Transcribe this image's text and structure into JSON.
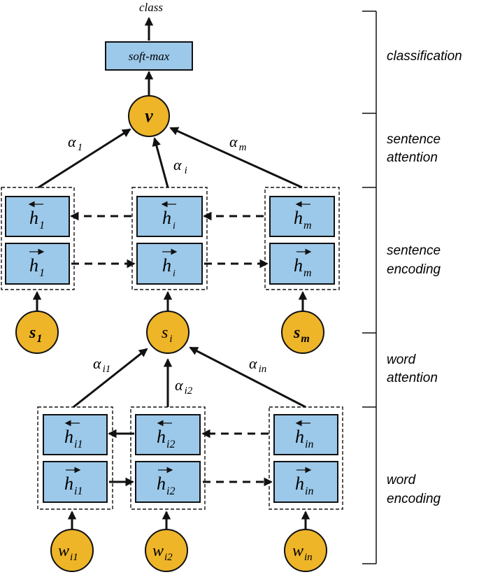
{
  "diagram": {
    "output_label": "class",
    "softmax_label": "soft-max",
    "doc_vector": "v",
    "sentence_attention_weights": {
      "first": "α",
      "first_sub": "1",
      "mid": "α",
      "mid_sub": "i",
      "last": "α",
      "last_sub": "m"
    },
    "sentence_hidden": {
      "backward": [
        {
          "base": "h",
          "sub": "1"
        },
        {
          "base": "h",
          "sub": "i"
        },
        {
          "base": "h",
          "sub": "m"
        }
      ],
      "forward": [
        {
          "base": "h",
          "sub": "1"
        },
        {
          "base": "h",
          "sub": "i"
        },
        {
          "base": "h",
          "sub": "m"
        }
      ]
    },
    "sentence_nodes": [
      {
        "base": "s",
        "sub": "1"
      },
      {
        "base": "s",
        "sub": "i"
      },
      {
        "base": "s",
        "sub": "m"
      }
    ],
    "word_attention_weights": {
      "first": "α",
      "first_sub": "i1",
      "mid": "α",
      "mid_sub": "i2",
      "last": "α",
      "last_sub": "in"
    },
    "word_hidden": {
      "backward": [
        {
          "base": "h",
          "sub": "i1"
        },
        {
          "base": "h",
          "sub": "i2"
        },
        {
          "base": "h",
          "sub": "in"
        }
      ],
      "forward": [
        {
          "base": "h",
          "sub": "i1"
        },
        {
          "base": "h",
          "sub": "i2"
        },
        {
          "base": "h",
          "sub": "in"
        }
      ]
    },
    "word_nodes": [
      {
        "base": "w",
        "sub": "i1"
      },
      {
        "base": "w",
        "sub": "i2"
      },
      {
        "base": "w",
        "sub": "in"
      }
    ]
  },
  "sections": [
    {
      "line1": "classification",
      "line2": ""
    },
    {
      "line1": "sentence",
      "line2": "attention"
    },
    {
      "line1": "sentence",
      "line2": "encoding"
    },
    {
      "line1": "word",
      "line2": "attention"
    },
    {
      "line1": "word",
      "line2": "encoding"
    }
  ]
}
